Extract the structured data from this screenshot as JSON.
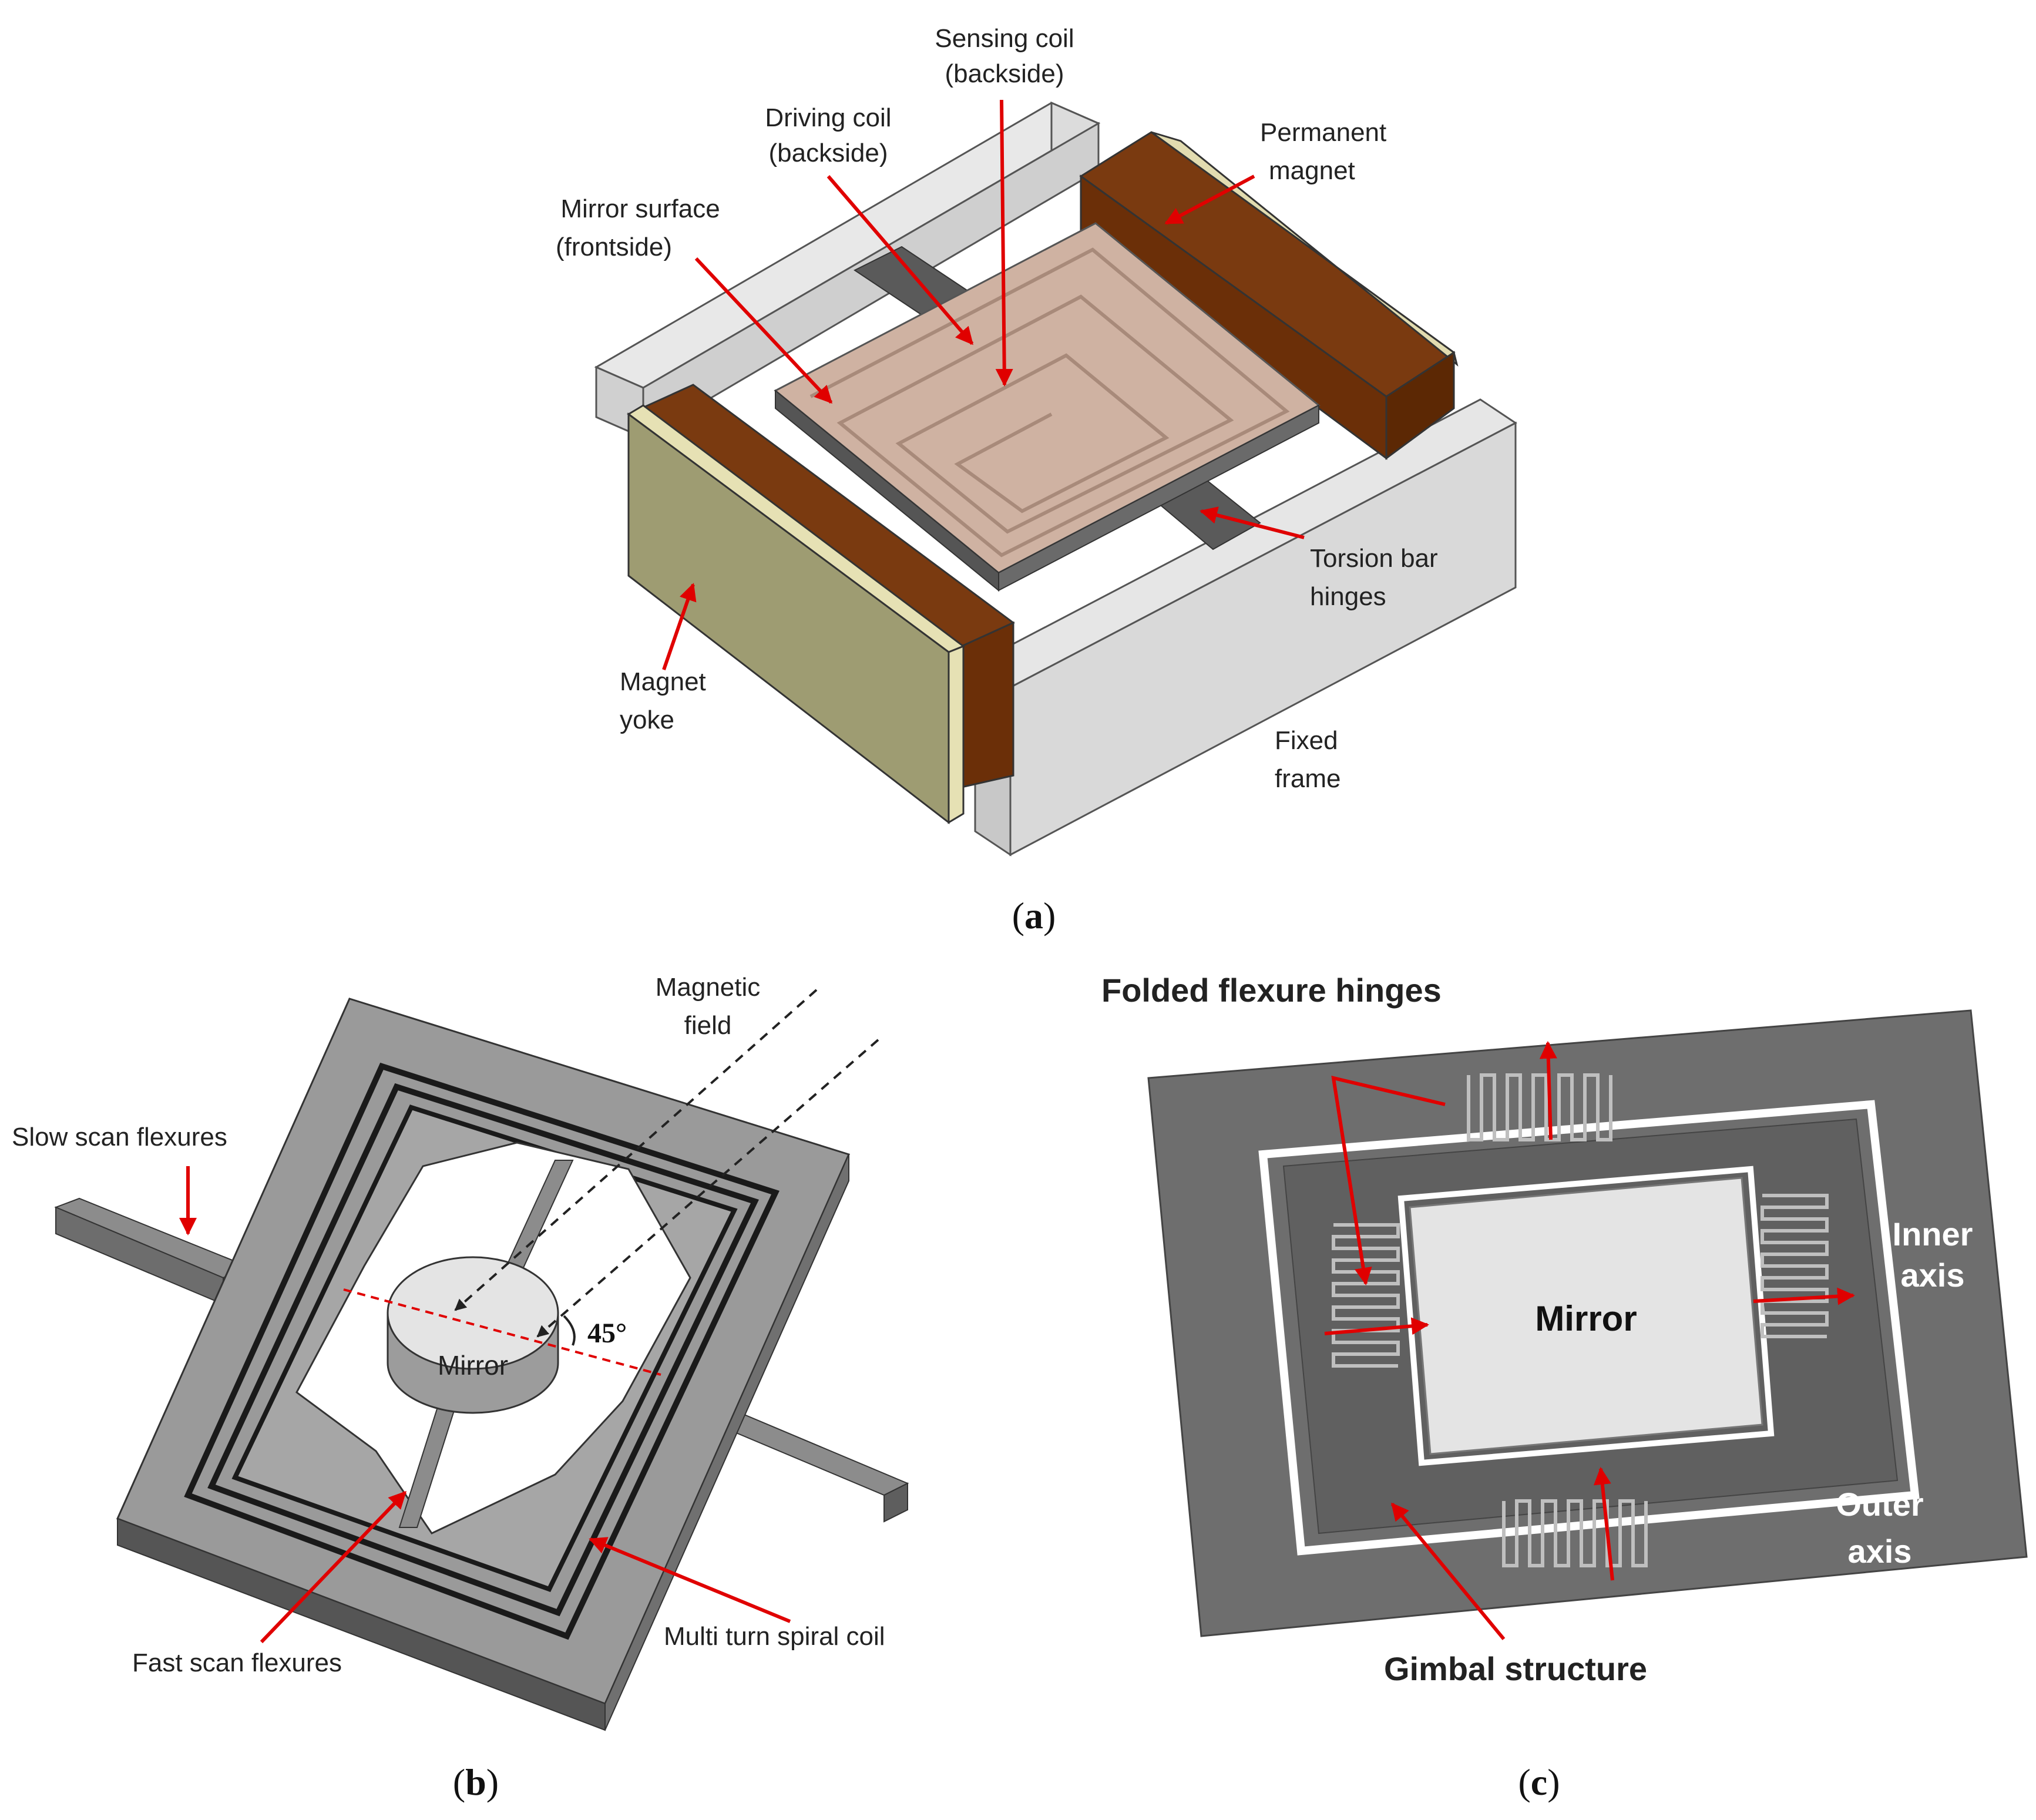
{
  "panel_a": {
    "labels": {
      "sensing_coil": [
        "Sensing coil",
        "(backside)"
      ],
      "driving_coil": [
        "Driving coil",
        "(backside)"
      ],
      "mirror_surface": [
        "Mirror surface",
        "(frontside)"
      ],
      "permanent_magnet": [
        "Permanent",
        "magnet"
      ],
      "torsion_bar": [
        "Torsion bar",
        "hinges"
      ],
      "magnet_yoke": [
        "Magnet",
        "yoke"
      ],
      "fixed_frame": [
        "Fixed",
        "frame"
      ]
    },
    "caption": {
      "open": "(",
      "letter": "a",
      "close": ")"
    }
  },
  "panel_b": {
    "labels": {
      "magnetic_field": [
        "Magnetic",
        "field"
      ],
      "slow_scan": "Slow scan flexures",
      "mirror": "Mirror",
      "angle": "45°",
      "fast_scan": "Fast scan flexures",
      "spiral_coil": "Multi turn spiral coil"
    },
    "caption": {
      "open": "(",
      "letter": "b",
      "close": ")"
    }
  },
  "panel_c": {
    "labels": {
      "folded_flexure": "Folded flexure hinges",
      "mirror": "Mirror",
      "inner_axis": [
        "Inner",
        "axis"
      ],
      "outer_axis": [
        "Outer",
        "axis"
      ],
      "gimbal": "Gimbal structure"
    },
    "caption": {
      "open": "(",
      "letter": "c",
      "close": ")"
    }
  },
  "colors": {
    "arrow_red": "#e00000",
    "frame_gray": "#d6d6d6",
    "magnet_brown": "#6b2f08",
    "yoke_olive": "#9e9c72",
    "mirror_pink": "#cfb2a2",
    "plate_dark_gray": "#6e6e6e"
  }
}
